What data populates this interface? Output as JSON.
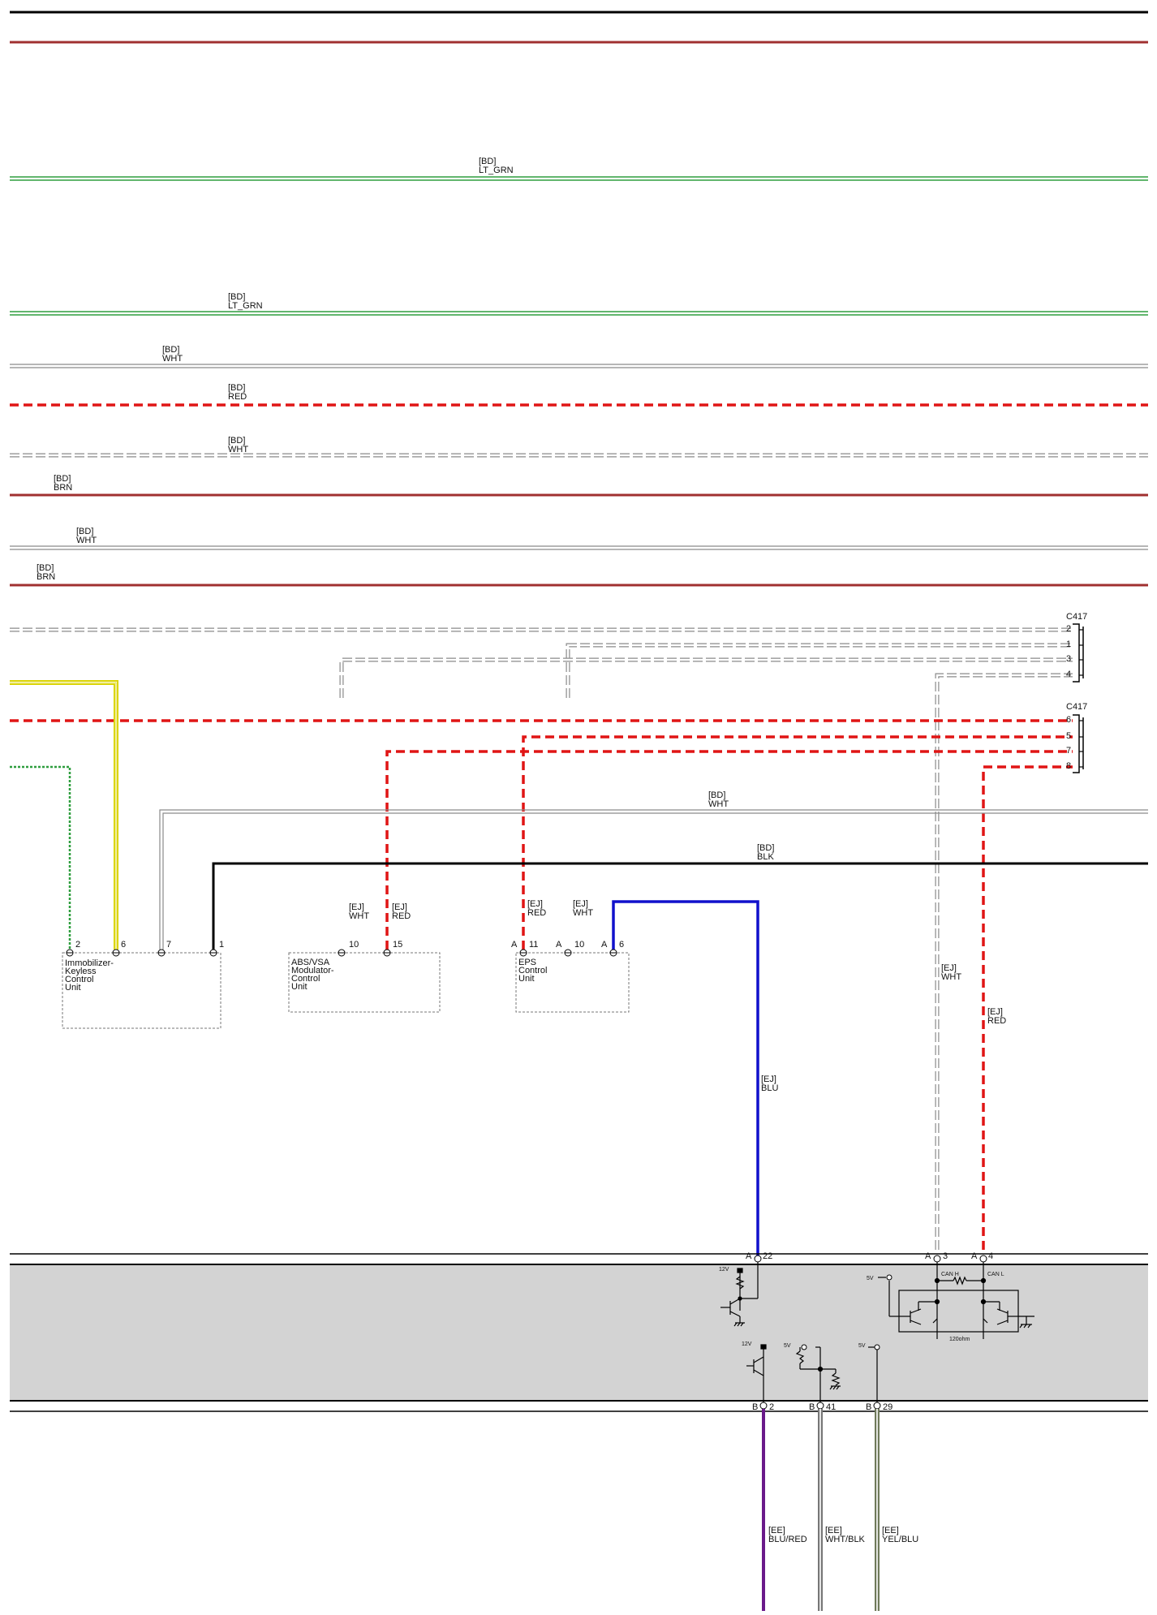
{
  "bus_labels": {
    "lt_grn_1": [
      "[BD]",
      "LT_GRN"
    ],
    "lt_grn_2": [
      "[BD]",
      "LT_GRN"
    ],
    "wht_1": [
      "[BD]",
      "WHT"
    ],
    "red_1": [
      "[BD]",
      "RED"
    ],
    "wht_2": [
      "[BD]",
      "WHT"
    ],
    "brn_1": [
      "[BD]",
      "BRN"
    ],
    "wht_3": [
      "[BD]",
      "WHT"
    ],
    "brn_2": [
      "[BD]",
      "BRN"
    ],
    "wht_4": [
      "[BD]",
      "WHT"
    ],
    "blk_1": [
      "[BD]",
      "BLK"
    ]
  },
  "connectors": {
    "c417_a": {
      "name": "C417",
      "pins": [
        "2",
        "1",
        "3",
        "4"
      ]
    },
    "c417_b": {
      "name": "C417",
      "pins": [
        "6",
        "5",
        "7",
        "8"
      ]
    }
  },
  "modules": {
    "immobilizer": {
      "name": [
        "Immobilizer-",
        "Keyless",
        "Control",
        "Unit"
      ],
      "pins": [
        "2",
        "6",
        "7",
        "1"
      ]
    },
    "abs_vsa": {
      "name": [
        "ABS/VSA",
        "Modulator-",
        "Control",
        "Unit"
      ],
      "pins": [
        "10",
        "15"
      ]
    },
    "eps": {
      "name": [
        "EPS",
        "Control",
        "Unit"
      ],
      "pins": [
        "A",
        "11",
        "A",
        "10",
        "A",
        "6"
      ]
    }
  },
  "branch_labels": {
    "abs_wht": [
      "[EJ]",
      "WHT"
    ],
    "abs_red": [
      "[EJ]",
      "RED"
    ],
    "eps_red": [
      "[EJ]",
      "RED"
    ],
    "eps_wht": [
      "[EJ]",
      "WHT"
    ],
    "pcm_blu": [
      "[EJ]",
      "BLU"
    ],
    "can_wht": [
      "[EJ]",
      "WHT"
    ],
    "can_red": [
      "[EJ]",
      "RED"
    ]
  },
  "ecm": {
    "top_pins": [
      {
        "conn": "A",
        "pin": "22"
      },
      {
        "conn": "A",
        "pin": "3"
      },
      {
        "conn": "A",
        "pin": "4"
      }
    ],
    "bottom_pins": [
      {
        "conn": "B",
        "pin": "2"
      },
      {
        "conn": "B",
        "pin": "41"
      },
      {
        "conn": "B",
        "pin": "29"
      }
    ],
    "voltages": [
      "12V",
      "5V",
      "12V",
      "5V",
      "5V"
    ],
    "can_h": "CAN H",
    "can_l": "CAN L",
    "resistor": "120ohm"
  },
  "output_labels": {
    "blu_red": [
      "[EE]",
      "BLU/RED"
    ],
    "wht_blk": [
      "[EE]",
      "WHT/BLK"
    ],
    "yel_blu": [
      "[EE]",
      "YEL/BLU"
    ]
  },
  "colors": {
    "brown": "#a03030",
    "green": "#2e9e3e",
    "red": "#e01515",
    "white_wire": "#8a8a8a",
    "yellow": "#d9d300",
    "blue": "#1010cc",
    "purple": "#6a1a8a",
    "black": "#000000",
    "gray_fill": "#d3d3d3"
  }
}
